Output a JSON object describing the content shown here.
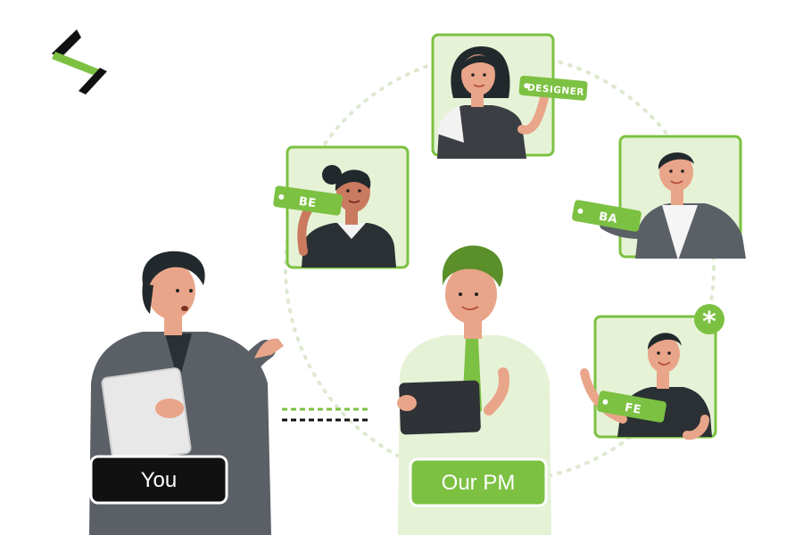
{
  "colors": {
    "brand_green": "#7cc142",
    "dark": "#111111",
    "card_fill": "#e6f2d6",
    "skin": "#e9a589",
    "suit_grey": "#5b6067"
  },
  "roles": {
    "designer": "DESIGNER",
    "backend": "BE",
    "business_analyst": "BA",
    "frontend": "FE"
  },
  "labels": {
    "you": "You",
    "pm": "Our PM"
  },
  "badge_symbol": "*"
}
